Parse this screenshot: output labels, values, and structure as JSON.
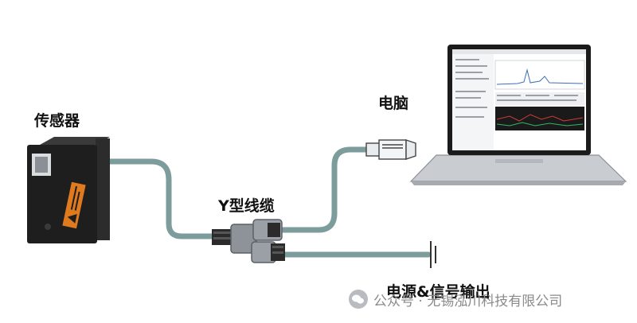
{
  "labels": {
    "sensor": "传感器",
    "computer": "电脑",
    "y_cable": "Y型线缆",
    "power_signal": "电源&信号输出"
  },
  "watermark": "公众号 · 无锡泓川科技有限公司",
  "colors": {
    "cable": "#7d9c9c",
    "sensor_body": "#1e1e1e",
    "warning_label": "#e07a1f",
    "laptop_body": "#c9ccd1",
    "screen_bezel": "#1b1b1b"
  },
  "icons": [
    "sensor-device",
    "rj45-plug-icon",
    "laptop",
    "y-splitter",
    "ground-symbol",
    "wechat-icon"
  ]
}
